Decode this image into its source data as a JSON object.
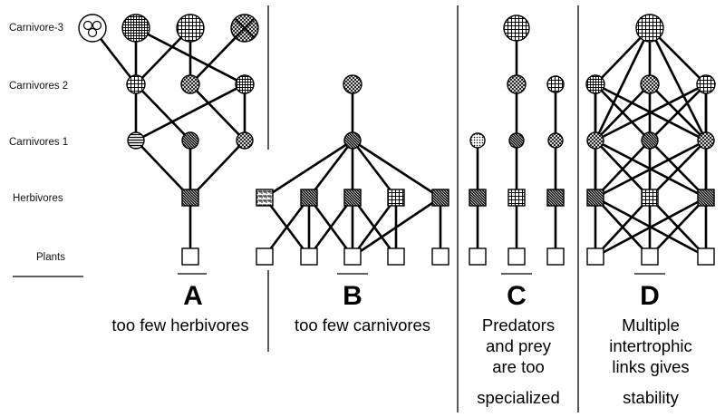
{
  "levels": {
    "carnivore3": "Carnivore-3",
    "carnivores2": "Carnivores 2",
    "carnivores1": "Carnivores 1",
    "herbivores": "Herbivores",
    "plants": "Plants"
  },
  "panels": [
    {
      "id": "A",
      "letter": "A",
      "caption": [
        "too few herbivores"
      ]
    },
    {
      "id": "B",
      "letter": "B",
      "caption": [
        "too few carnivores"
      ]
    },
    {
      "id": "C",
      "letter": "C",
      "caption": [
        "Predators",
        "and prey",
        "are too",
        "specialized"
      ]
    },
    {
      "id": "D",
      "letter": "D",
      "caption": [
        "Multiple",
        "intertrophic",
        "links gives",
        "stability"
      ]
    }
  ],
  "colors": {
    "stroke": "#000000",
    "background": "#ffffff"
  }
}
